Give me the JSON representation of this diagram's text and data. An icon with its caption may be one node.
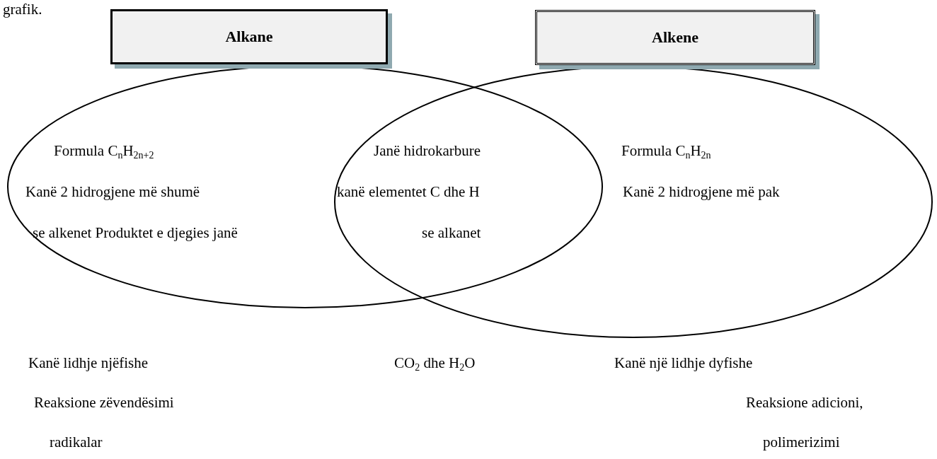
{
  "diagram": {
    "nodes": [
      {
        "text": [
          "Alkane"
        ]
      },
      {
        "text": [
          "Alkene"
        ]
      },
      {
        "text": [],
        "shape": "ellipse"
      },
      {
        "text": [],
        "shape": "ellipse"
      }
    ],
    "labels": [
      "grafik.",
      "Formula C$_{n}$H$_{2n+2}$",
      "Janë hidrokarbure",
      "Formula C$_{n}$H$_{2n}$",
      "Kanë 2 hidrogjene më shumë",
      "kanë elementet C dhe H",
      "Kanë 2 hidrogjene më pak",
      "se alkenet Produktet e djegies janë",
      "se alkanet",
      "Kanë lidhje njëfishe",
      "CO$_{2}$ dhe H$_{2}$O",
      "Kanë një lidhje dyfishe",
      "Reaksione zëvendësimi",
      "Reaksione adicioni,",
      "radikalar",
      "polimerizimi"
    ]
  }
}
